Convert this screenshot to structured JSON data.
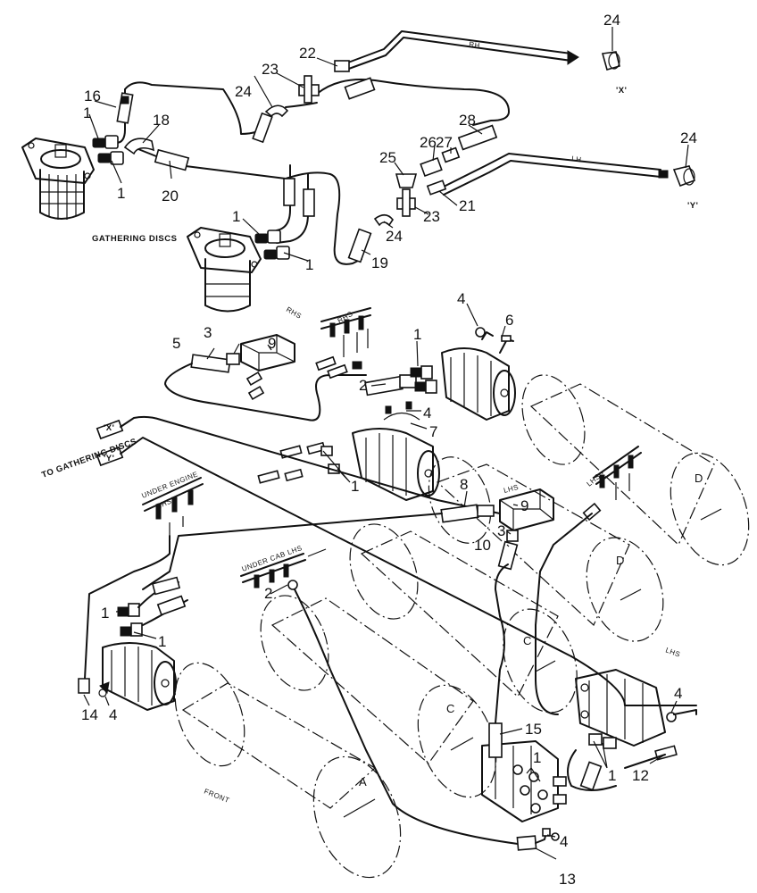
{
  "callouts": {
    "c1a": "1",
    "c1b": "1",
    "c1c": "1",
    "c1d": "1",
    "c1e": "1",
    "c1f": "1",
    "c1g": "1",
    "c1h": "1",
    "c1i": "1",
    "c1j": "1",
    "c2a": "2",
    "c2b": "2",
    "c3a": "3",
    "c3b": "3",
    "c4a": "4",
    "c4b": "4",
    "c4c": "4",
    "c4d": "4",
    "c4e": "4",
    "c5": "5",
    "c6": "6",
    "c7": "7",
    "c8": "8",
    "c9a": "9",
    "c9b": "9",
    "c10": "10",
    "c12": "12",
    "c13": "13",
    "c14": "14",
    "c15": "15",
    "c16": "16",
    "c18": "18",
    "c19": "19",
    "c20": "20",
    "c21": "21",
    "c22": "22",
    "c23a": "23",
    "c23b": "23",
    "c24a": "24",
    "c24b": "24",
    "c24c": "24",
    "c24d": "24",
    "c25": "25",
    "c26": "26",
    "c27": "27",
    "c28": "28"
  },
  "labels": {
    "gathering_discs": "GATHERING DISCS",
    "to_gathering_discs": "TO GATHERING DISCS",
    "x_mark": "'X'",
    "y_mark": "'Y'",
    "x_mark_2": "'X'",
    "y_mark_2": "'Y'",
    "rh": "RH",
    "lh": "LH",
    "rhs": "RHS",
    "rhs_block": "RHS",
    "lhs": "LHS",
    "lhs_block": "LHS",
    "lhs_block2": "LHS",
    "under_engine": "UNDER ENGINE",
    "rhs_small": "RHS",
    "under_cab_lhs": "UNDER CAB LHS",
    "front": "FRONT"
  },
  "rollers": {
    "a": "A",
    "c1": "C",
    "c2": "C",
    "d1": "D",
    "d2": "D"
  }
}
